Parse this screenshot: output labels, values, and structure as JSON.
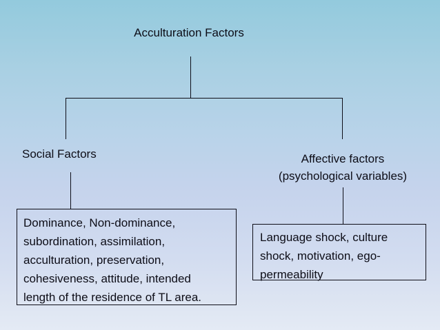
{
  "slide": {
    "background_top_color": "#93cadd",
    "background_bottom_color": "#e4eaf5",
    "line_color": "#0d0d17",
    "text_color": "#0d0d17"
  },
  "diagram": {
    "type": "hierarchy-tree",
    "root": {
      "label": "Acculturation Factors"
    },
    "branches": [
      {
        "heading": "Social Factors",
        "detail_lines": [
          "Dominance, Non-dominance,",
          "subordination, assimilation,",
          "acculturation, preservation,",
          "cohesiveness, attitude, intended",
          "length of the residence of TL area."
        ]
      },
      {
        "heading_lines": [
          "Affective factors",
          "(psychological variables)"
        ],
        "detail_lines": [
          "Language shock, culture",
          "shock, motivation, ego-",
          "permeability"
        ]
      }
    ]
  }
}
